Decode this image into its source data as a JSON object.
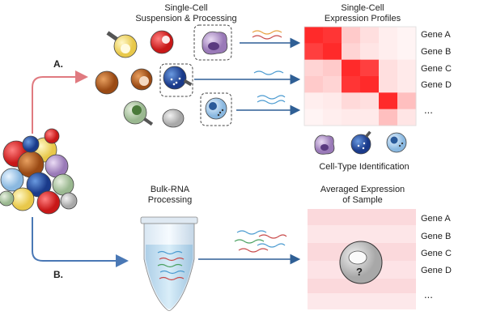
{
  "section_a": {
    "marker": "A.",
    "step1": [
      "Single-Cell",
      "Suspension & Processing"
    ],
    "step2": [
      "Single-Cell",
      "Expression Profiles"
    ],
    "genes": [
      "Gene A",
      "Gene B",
      "Gene C",
      "Gene D",
      "..."
    ],
    "celltype_label": "Cell-Type Identification",
    "heatmap": [
      [
        1.0,
        0.95,
        0.25,
        0.15,
        0.08,
        0.05
      ],
      [
        0.9,
        1.0,
        0.2,
        0.12,
        0.08,
        0.05
      ],
      [
        0.2,
        0.25,
        1.0,
        0.9,
        0.15,
        0.1
      ],
      [
        0.25,
        0.2,
        0.95,
        1.0,
        0.15,
        0.1
      ],
      [
        0.08,
        0.1,
        0.18,
        0.15,
        1.0,
        0.3
      ],
      [
        0.05,
        0.08,
        0.1,
        0.1,
        0.3,
        0.12
      ]
    ]
  },
  "section_b": {
    "marker": "B.",
    "step1": [
      "Bulk-RNA",
      "Processing"
    ],
    "step2": [
      "Averaged Expression",
      "of Sample"
    ],
    "genes": [
      "Gene A",
      "Gene B",
      "Gene C",
      "Gene D",
      "..."
    ],
    "unknown_mark": "?"
  },
  "colors": {
    "arrow_a": "#e07a80",
    "arrow_b": "#4a78b5",
    "heat_max": "#ff2a2a",
    "tube": "#c8d8e8"
  }
}
